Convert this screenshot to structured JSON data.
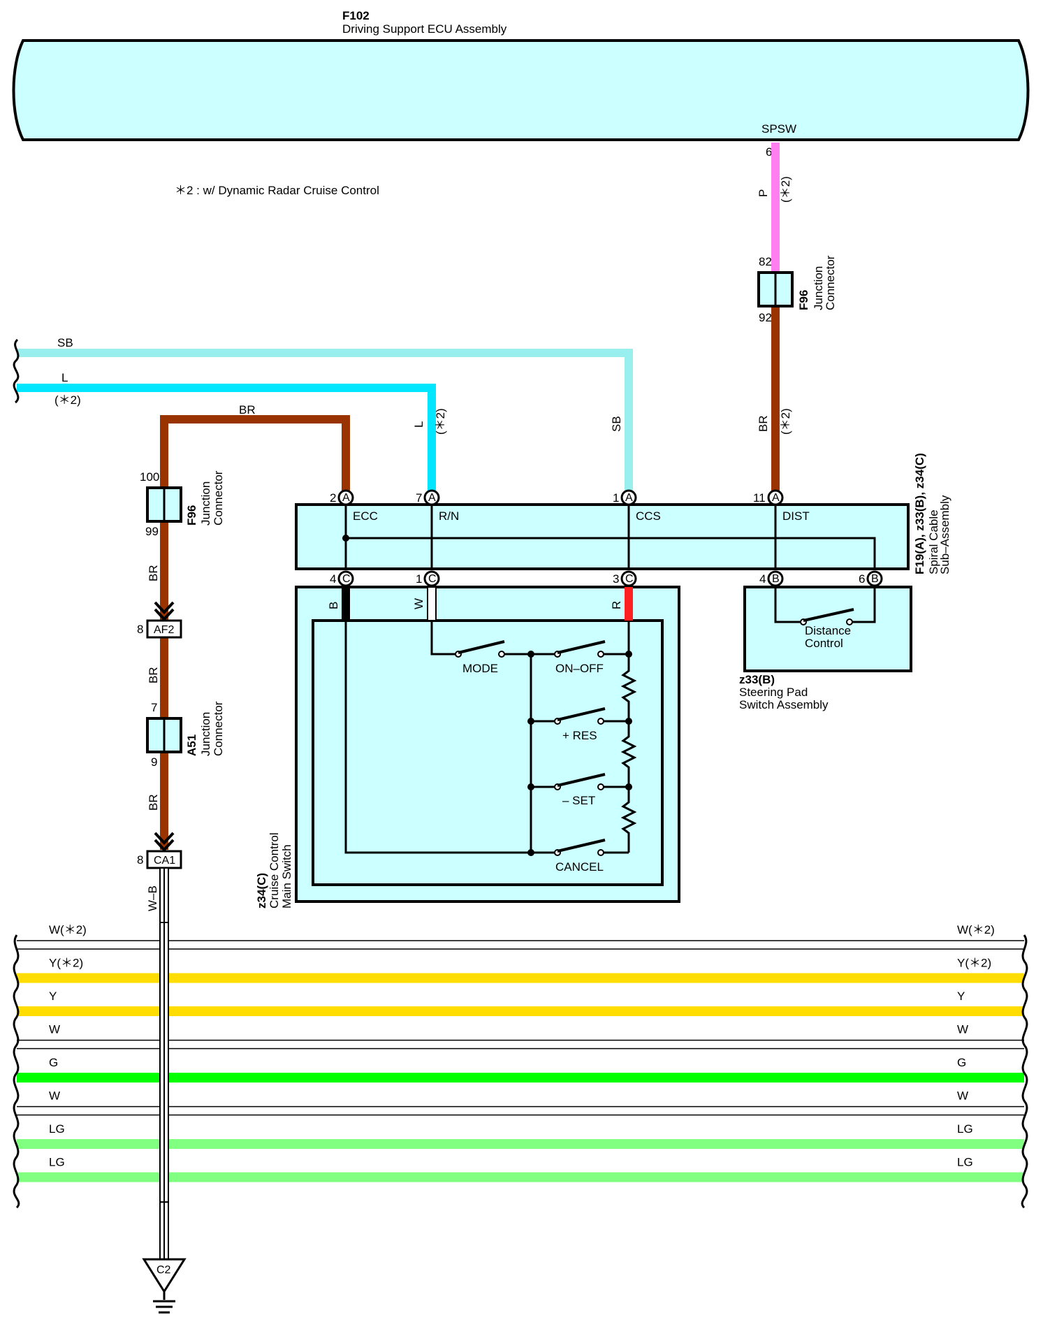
{
  "ecu": {
    "code": "F102",
    "name": "Driving Support ECU Assembly",
    "pin_name": "SPSW",
    "pin_no": "6"
  },
  "note": "＊2 : w/ Dynamic Radar Cruise Control",
  "colors": {
    "fill": "#ccffff",
    "SB": "#99eeee",
    "L": "#00e6ff",
    "BR": "#993300",
    "P": "#ff7ff0",
    "R": "#ff2020",
    "B": "#000000",
    "W": "#ffffff",
    "Y": "#ffdd00",
    "G": "#00ff00",
    "LG": "#80ff80"
  },
  "wires": {
    "SB": "SB",
    "L": "L",
    "L_tag": "(＊2)",
    "BR": "BR",
    "P": "P",
    "P_tag": "(＊2)",
    "R": "R",
    "B": "B",
    "W": "W",
    "WB": "W–B",
    "star2": "(＊2)"
  },
  "junction_top": {
    "code": "F96",
    "name1": "Junction",
    "name2": "Connector",
    "pin_in": "82",
    "pin_out": "92"
  },
  "junction_left": {
    "code": "F96",
    "name1": "Junction",
    "name2": "Connector",
    "pin_in": "100",
    "pin_out": "99"
  },
  "junction_a51": {
    "code": "A51",
    "name1": "Junction",
    "name2": "Connector",
    "pin_in": "7",
    "pin_out": "9"
  },
  "connectors": {
    "af2": "AF2",
    "af2_pin": "8",
    "ca1": "CA1",
    "ca1_pin": "8",
    "ground": "C2"
  },
  "spiral": {
    "title": "F19(A), z33(B), z34(C)",
    "name1": "Spiral Cable",
    "name2": "Sub–Assembly",
    "pins_top": [
      {
        "no": "2",
        "conn": "A",
        "name": "ECC"
      },
      {
        "no": "7",
        "conn": "A",
        "name": "R/N"
      },
      {
        "no": "1",
        "conn": "A",
        "name": "CCS"
      },
      {
        "no": "11",
        "conn": "A",
        "name": "DIST"
      }
    ],
    "pins_bottom": [
      {
        "no": "4",
        "conn": "C"
      },
      {
        "no": "1",
        "conn": "C"
      },
      {
        "no": "3",
        "conn": "C"
      },
      {
        "no": "4",
        "conn": "B"
      },
      {
        "no": "6",
        "conn": "B"
      }
    ]
  },
  "main_switch": {
    "code": "z34(C)",
    "name1": "Cruise Control",
    "name2": "Main Switch",
    "switches": [
      "MODE",
      "ON–OFF",
      "+ RES",
      "– SET",
      "CANCEL"
    ]
  },
  "pad": {
    "code": "z33(B)",
    "name1": "Steering Pad",
    "name2": "Switch Assembly",
    "switch1": "Distance",
    "switch2": "Control"
  },
  "bus": [
    {
      "label": "W(＊2)",
      "color": "W"
    },
    {
      "label": "Y(＊2)",
      "color": "Y"
    },
    {
      "label": "Y",
      "color": "Y"
    },
    {
      "label": "W",
      "color": "W"
    },
    {
      "label": "G",
      "color": "G"
    },
    {
      "label": "W",
      "color": "W"
    },
    {
      "label": "LG",
      "color": "LG"
    },
    {
      "label": "LG",
      "color": "LG"
    }
  ]
}
